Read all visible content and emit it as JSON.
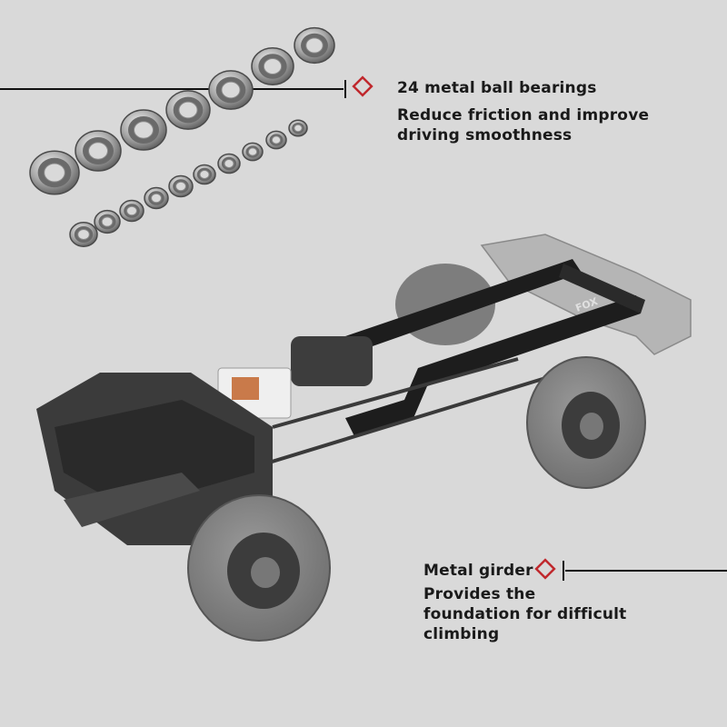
{
  "background_color": "#d9d9d9",
  "accent_color": "#c0282d",
  "callouts": {
    "bearings": {
      "title": "24 metal ball bearings",
      "description_line1": "Reduce friction and improve",
      "description_line2": "driving smoothness",
      "icon": "diamond-marker-icon"
    },
    "girder": {
      "title": "Metal girder",
      "description_line1": "Provides the",
      "description_line2": "foundation for difficult",
      "description_line3": "climbing",
      "icon": "diamond-marker-icon"
    }
  },
  "frame_badge": "FOX"
}
